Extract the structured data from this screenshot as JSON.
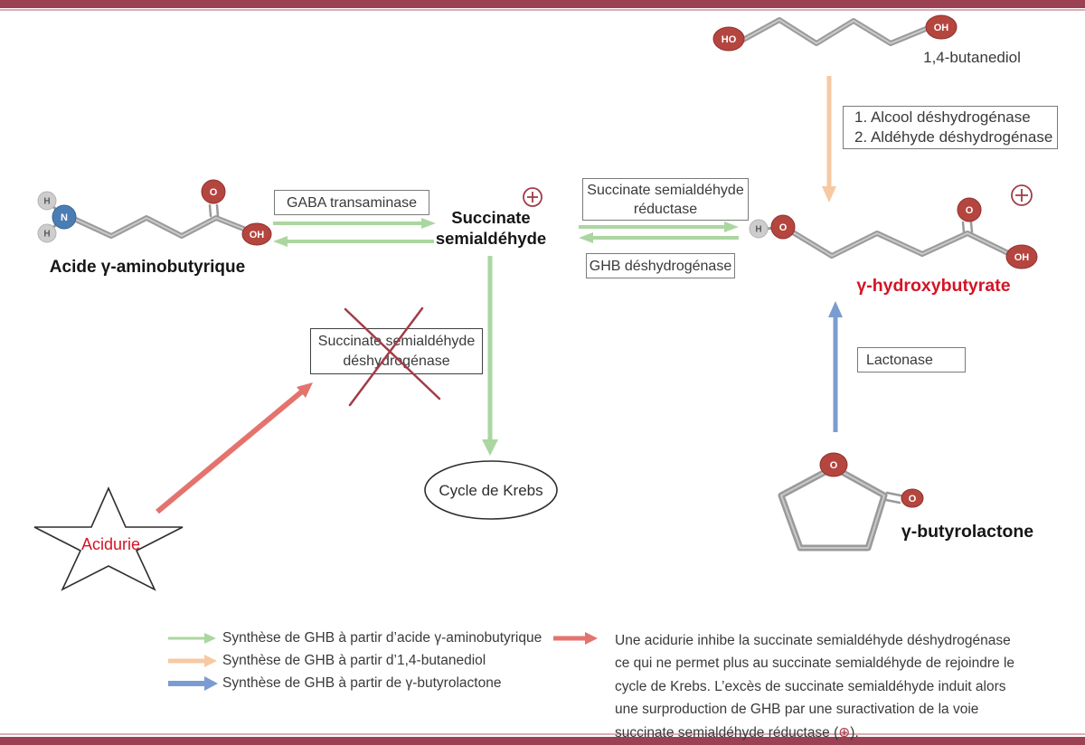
{
  "molecules": {
    "butanediol": {
      "label": "1,4-butanediol",
      "atom_ho": "HO",
      "atom_oh": "OH"
    },
    "gaba": {
      "label": "Acide γ-aminobutyrique",
      "atom_h_top": "H",
      "atom_h_bottom": "H",
      "atom_n": "N",
      "atom_o": "O",
      "atom_oh": "OH"
    },
    "ghb": {
      "label": "γ-hydroxybutyrate",
      "atom_h": "H",
      "atom_o_hydroxyl": "O",
      "atom_o_carbonyl": "O",
      "atom_oh": "OH"
    },
    "butyrolactone": {
      "label": "γ-butyrolactone",
      "atom_o_ring": "O",
      "atom_o_carbonyl": "O"
    }
  },
  "boxes": {
    "alcool_aldehyde": {
      "line1": "1. Alcool déshydrogénase",
      "line2": "2. Aldéhyde déshydrogénase"
    },
    "gaba_transaminase": {
      "label": "GABA transaminase"
    },
    "succinate_reductase": {
      "line1": "Succinate semialdéhyde",
      "line2": "réductase"
    },
    "ghb_deshydrogenase": {
      "label": "GHB déshydrogénase"
    },
    "succinate_deshydrogenase": {
      "line1": "Succinate semialdéhyde",
      "line2": "déshydrogénase"
    },
    "lactonase": {
      "label": "Lactonase"
    }
  },
  "nodes": {
    "succinate_semialdehyde": {
      "line1": "Succinate",
      "line2": "semialdéhyde"
    },
    "cycle_krebs": {
      "label": "Cycle de Krebs"
    },
    "acidurie": {
      "label": "Acidurie"
    }
  },
  "symbols": {
    "plus_circle": "⊕"
  },
  "legend": {
    "green": "Synthèse de GHB à partir d’acide γ-aminobutyrique",
    "orange": "Synthèse de GHB à partir d’1,4-butanediol",
    "blue": "Synthèse de GHB à partir de γ-butyrolactone",
    "note": {
      "line1": "Une acidurie inhibe la succinate semialdéhyde déshydrogénase",
      "line2": "ce qui ne permet plus au succinate semialdéhyde de rejoindre le",
      "line3": "cycle de Krebs. L’excès de succinate semialdéhyde induit alors",
      "line4": "une surproduction de GHB par une suractivation de la voie",
      "line5_prefix": "succinate semialdéhyde réductase (",
      "line5_symbol": "⊕",
      "line5_suffix": ")."
    }
  },
  "colors": {
    "frame_maroon": "#9c4153",
    "frame_pink": "#d9aeb6",
    "arrow_green": "#abd6a0",
    "arrow_orange": "#f7c9a3",
    "arrow_blue": "#7b9cd0",
    "arrow_red": "#e4736e",
    "inhibit_dark_red": "#a23c48",
    "highlight_red_text": "#d41425",
    "atom_red": "#b5453f",
    "atom_blue": "#4a7db3",
    "atom_gray": "#cdcdcd",
    "bond_gray": "#9a9a9a"
  }
}
